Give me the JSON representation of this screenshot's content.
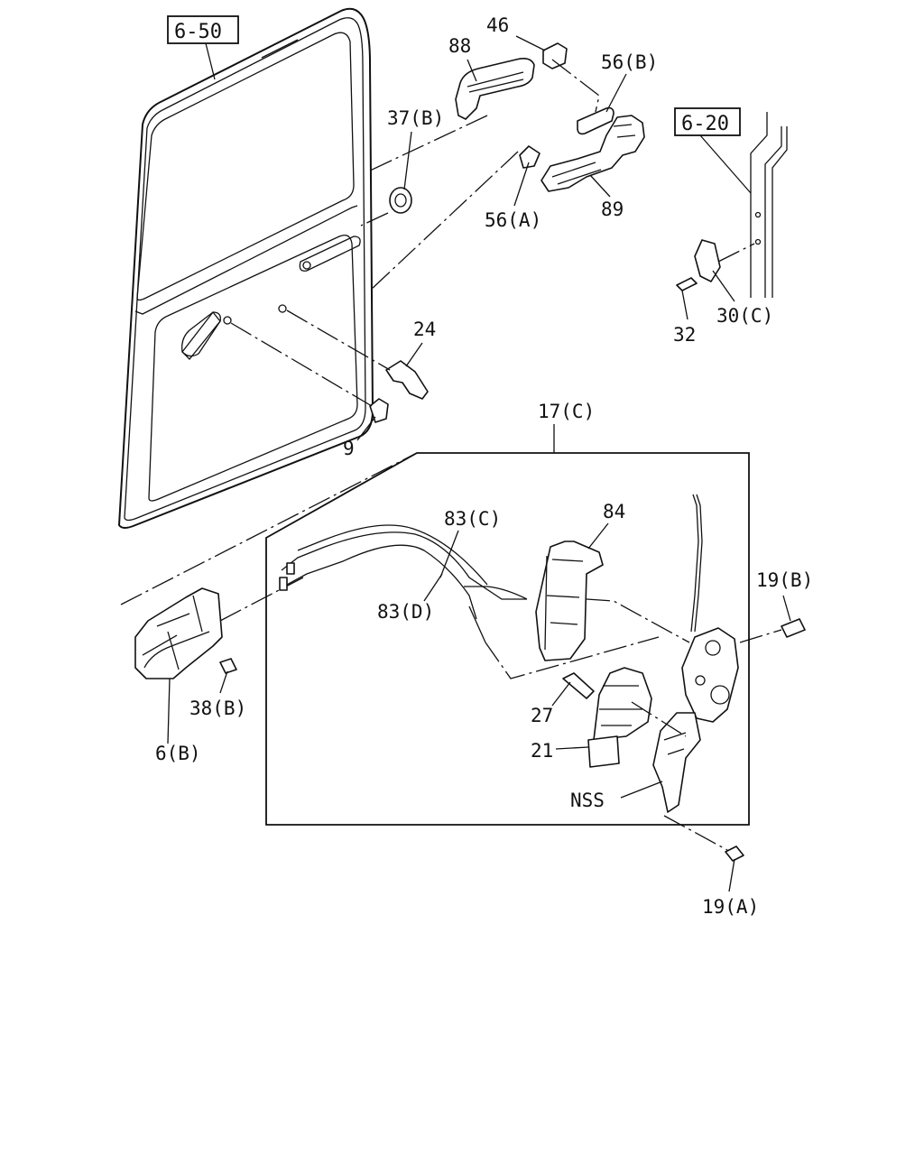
{
  "diagram": {
    "reference_boxes": [
      "6-50",
      "6-20"
    ],
    "part_labels": {
      "p46": "46",
      "p88": "88",
      "p56b": "56(B)",
      "p37b": "37(B)",
      "p56a": "56(A)",
      "p89": "89",
      "p24": "24",
      "p9": "9",
      "p30c": "30(C)",
      "p32": "32",
      "p17c": "17(C)",
      "p83c": "83(C)",
      "p84": "84",
      "p83d": "83(D)",
      "p19b": "19(B)",
      "p27": "27",
      "p21": "21",
      "pnss": "NSS",
      "p38b": "38(B)",
      "p6b": "6(B)",
      "p19a": "19(A)"
    }
  }
}
